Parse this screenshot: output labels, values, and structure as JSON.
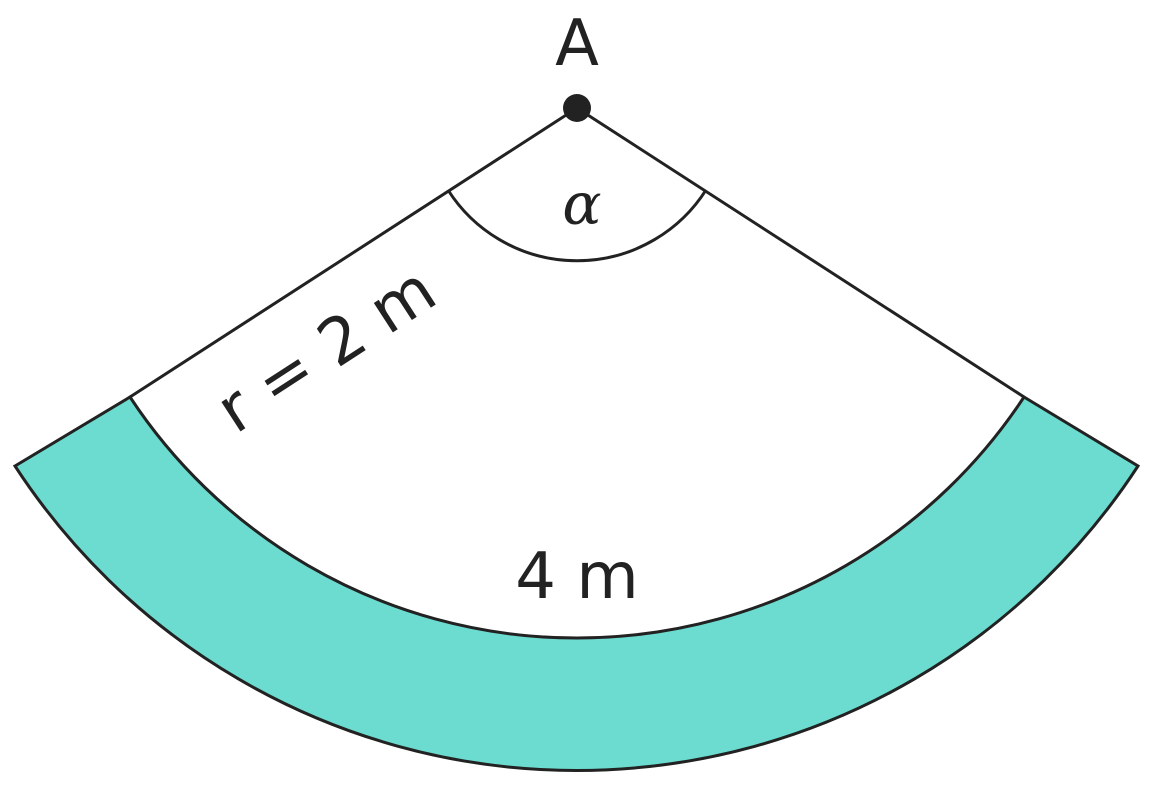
{
  "diagram": {
    "point_label": "A",
    "angle_label": "α",
    "radius_label": "r = 2 m",
    "arc_label": "4 m"
  },
  "colors": {
    "band_fill": "#6cdcd0",
    "stroke": "#222222",
    "background": "#ffffff"
  }
}
